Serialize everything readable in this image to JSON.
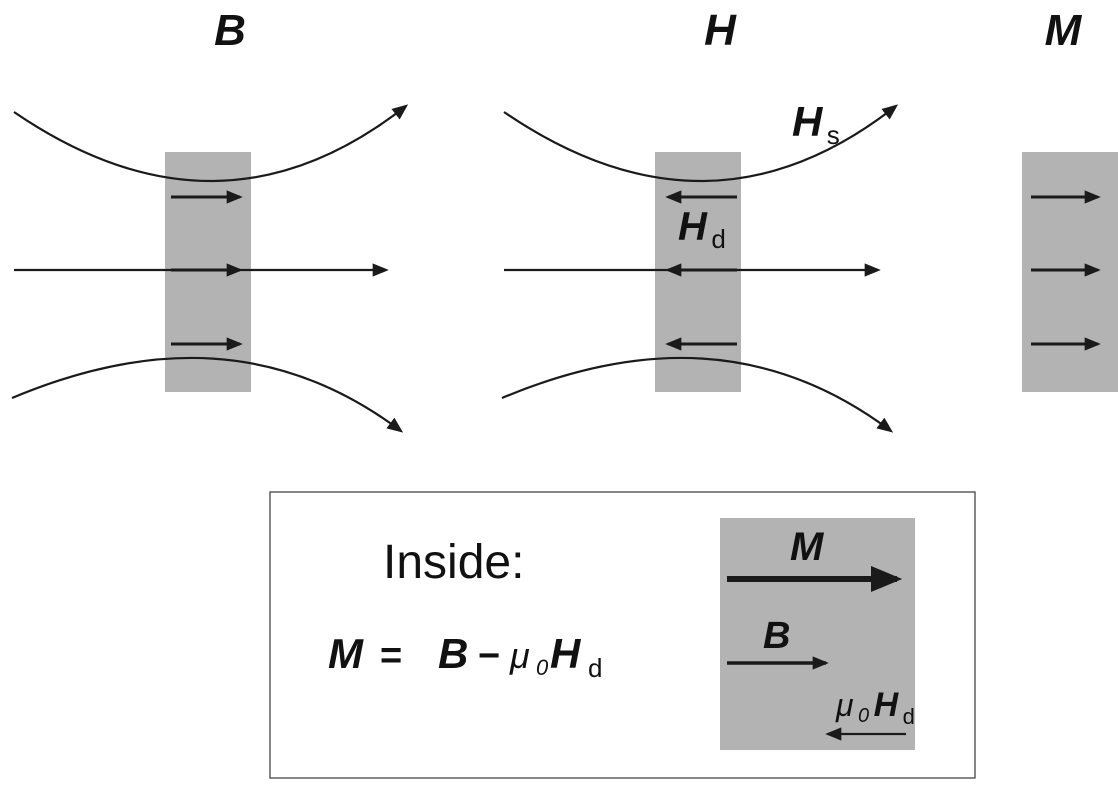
{
  "titles": {
    "b": "B",
    "h": "H",
    "m": "M"
  },
  "h_labels": {
    "hs_main": "H",
    "hs_sub": "s",
    "hd_main": "H",
    "hd_sub": "d"
  },
  "inside_box": {
    "heading": "Inside:",
    "formula": {
      "m": "M",
      "eq": "=",
      "b": "B",
      "minus": "−",
      "mu": "μ",
      "mu_sub": "0",
      "h": "H",
      "h_sub": "d"
    },
    "vectors": {
      "m_label": "M",
      "b_label": "B",
      "mu": "μ",
      "mu_sub": "0",
      "h": "H",
      "h_sub": "d"
    }
  },
  "colors": {
    "slab": "#b3b3b3",
    "line": "#1a1a1a",
    "box_border": "#444444",
    "background": "#ffffff"
  }
}
